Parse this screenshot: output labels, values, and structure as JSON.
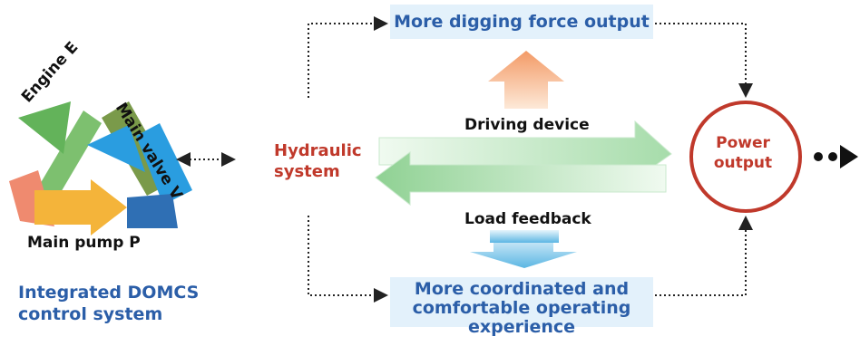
{
  "labels": {
    "top_box": "More digging force output",
    "bottom_box_line1": "More coordinated and",
    "bottom_box_line2": "comfortable operating",
    "bottom_box_line3": "experience",
    "hydraulic_line1": "Hydraulic",
    "hydraulic_line2": "system",
    "driving_device": "Driving device",
    "load_feedback": "Load feedback",
    "power_line1": "Power",
    "power_line2": "output",
    "integrated_line1": "Integrated DOMCS",
    "integrated_line2": "control system",
    "engine": "Engine E",
    "valve": "Main valve V",
    "pump": "Main pump P"
  },
  "colors": {
    "accent_blue": "#2b5ea8",
    "accent_red": "#c0392b",
    "box_fill": "#e3f1fb",
    "arrow_green": "#9fd7a4",
    "arrow_orange": "#f3a06c",
    "arrow_blue": "#7fc7ea"
  },
  "icons": {
    "cycle": "recycle-triangle-icon",
    "flow": "double-dot-arrow-icon"
  }
}
